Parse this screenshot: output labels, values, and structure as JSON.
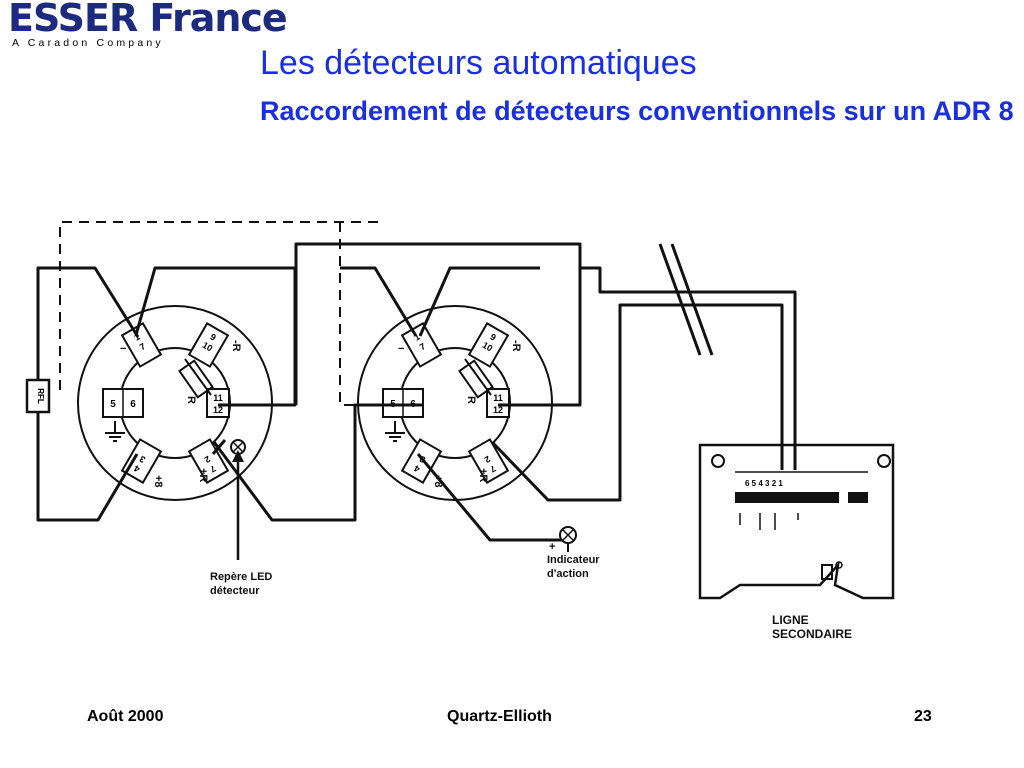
{
  "header": {
    "logo": {
      "brand": "ESSER France",
      "tagline": "A Caradon Company"
    },
    "title": "Les détecteurs automatiques",
    "subtitle": "Raccordement de détecteurs conventionnels sur un ADR 8"
  },
  "diagram": {
    "labels": {
      "led_marker": [
        "Repère LED",
        "détecteur"
      ],
      "action_indicator": [
        "Indicateur",
        "d'action"
      ],
      "secondary_line": [
        "LIGNE",
        "SECONDAIRE"
      ],
      "resistor": "RFL",
      "action_indicator_plus": "+",
      "module_terminals": "6 5 4 3 2 1"
    },
    "base_terminals": {
      "minus": "−",
      "minus_r": "-R",
      "r": "R",
      "plus_r": "+R",
      "plus_8": "+8"
    }
  },
  "footer": {
    "date": "Août 2000",
    "center": "Quartz-Ellioth",
    "page": "23"
  }
}
